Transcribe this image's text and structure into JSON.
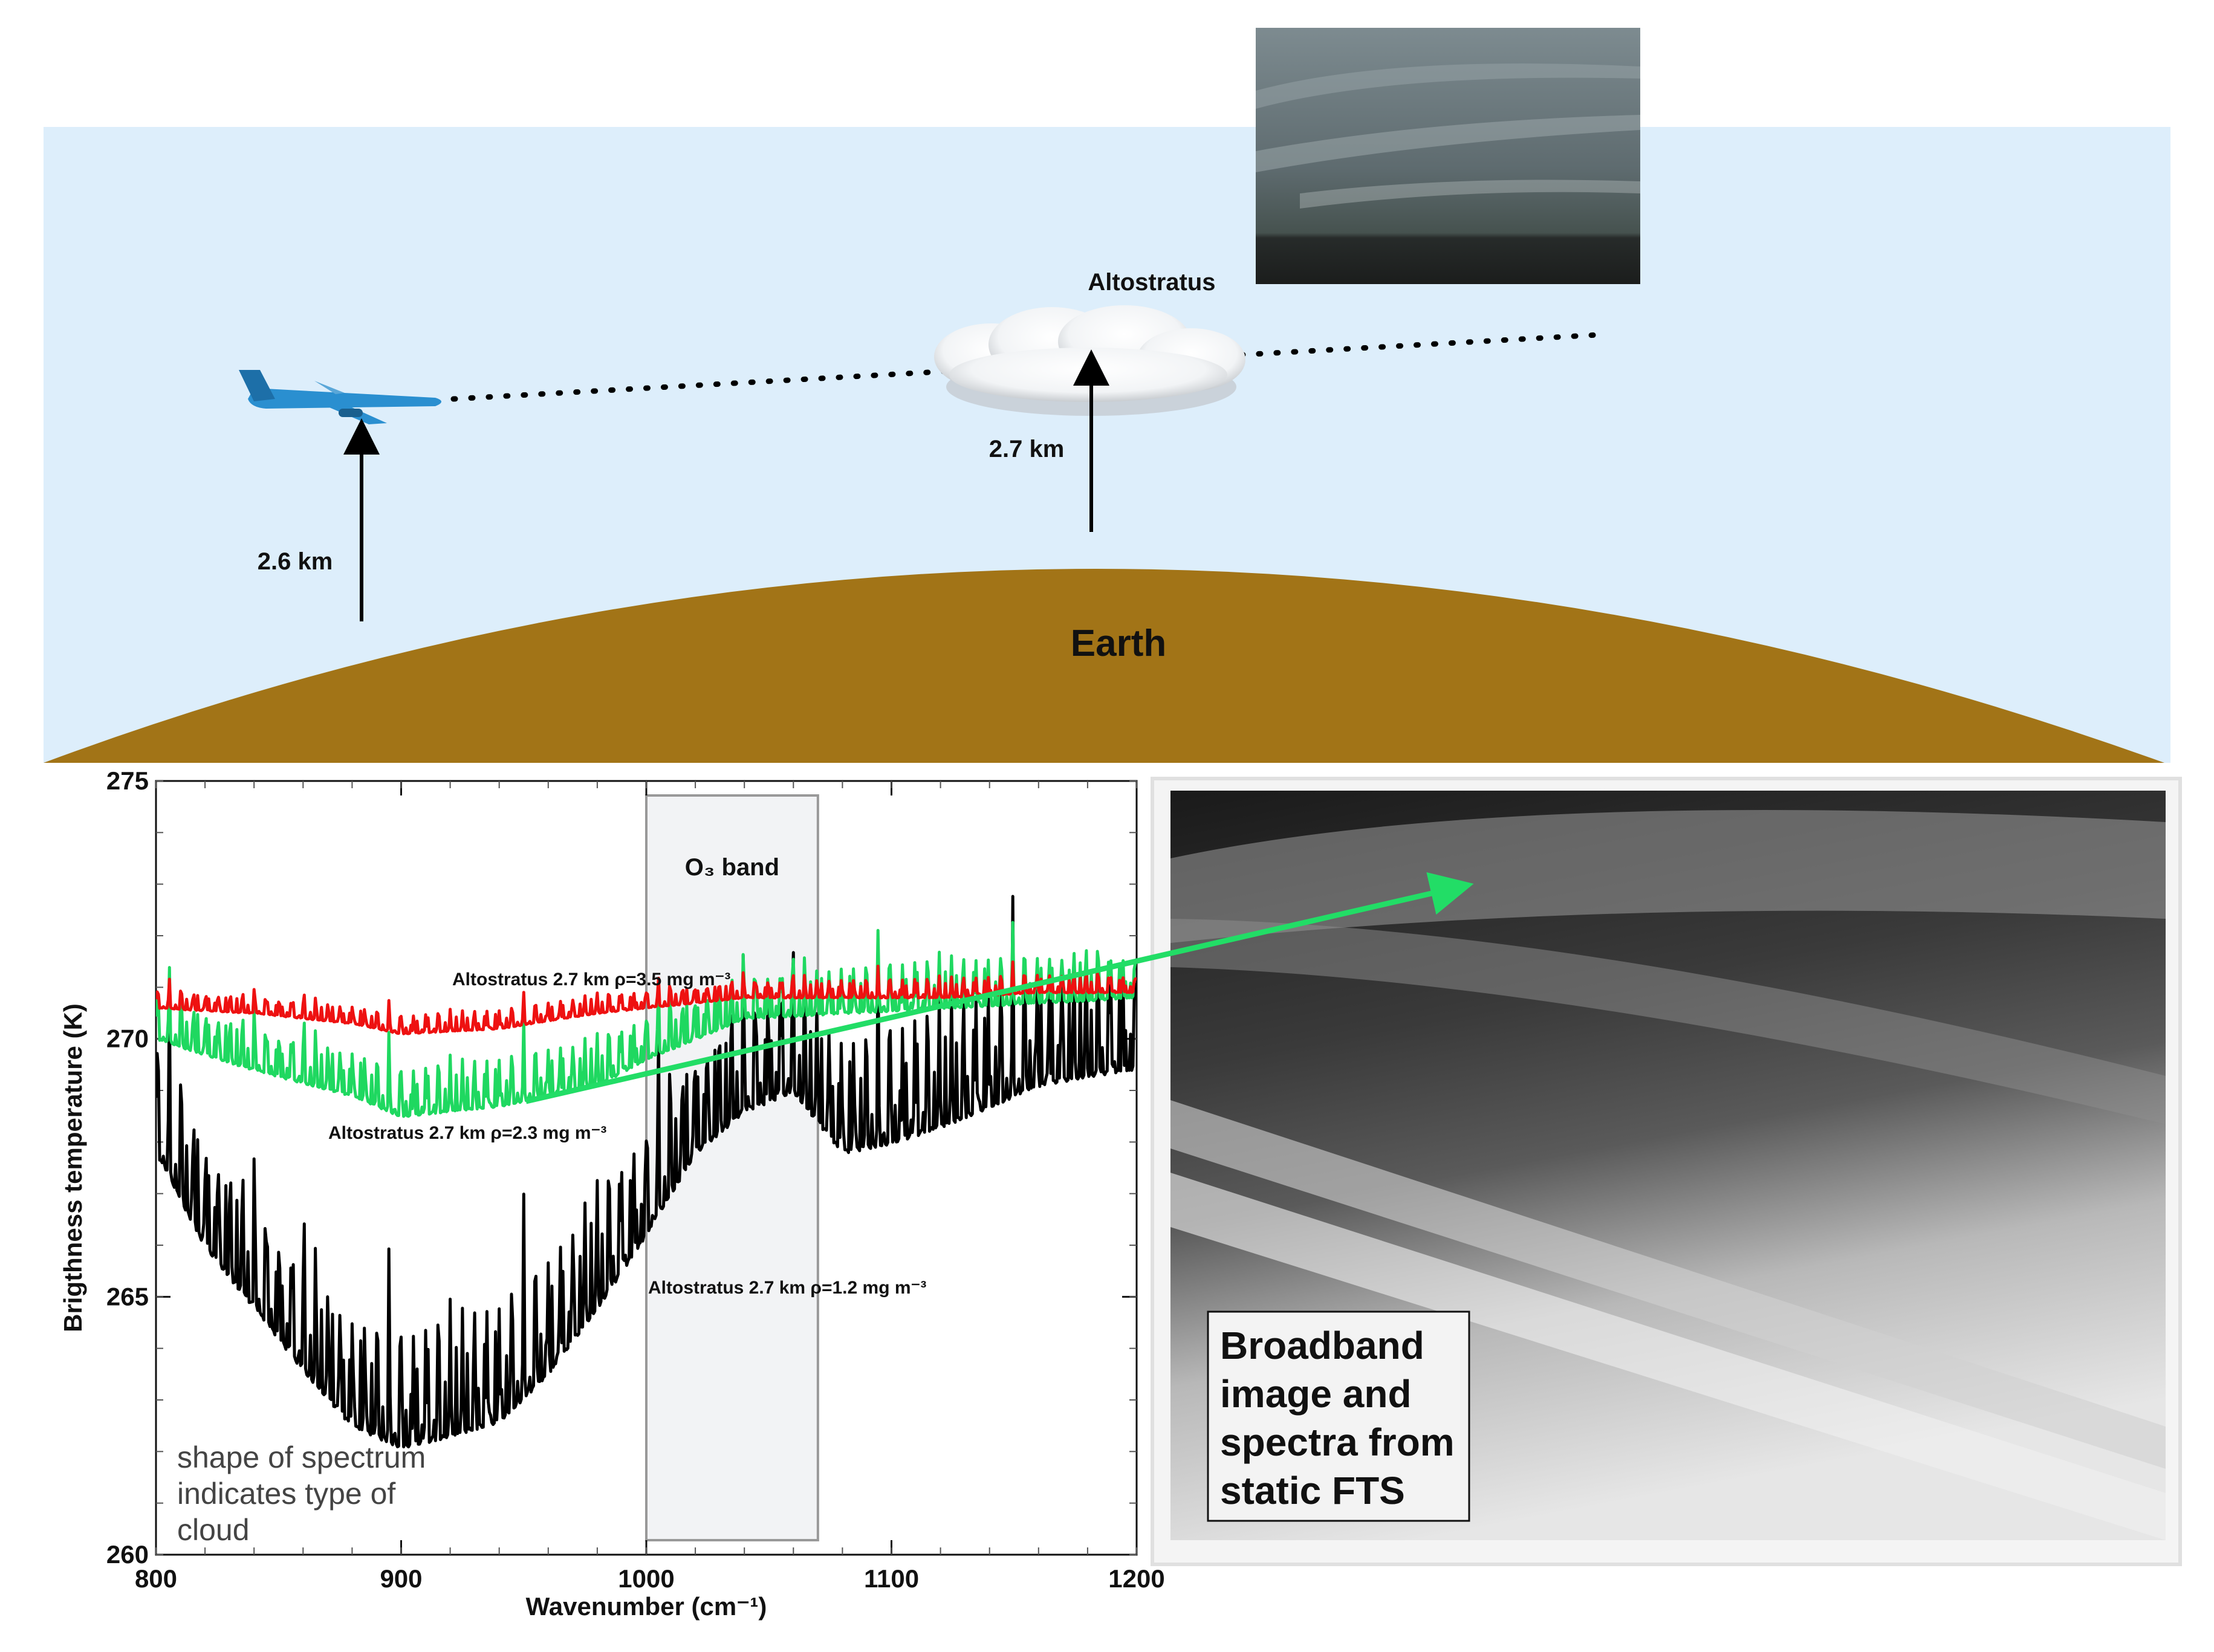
{
  "diagram": {
    "cloud_type": "Altostratus",
    "earth_label": "Earth",
    "aircraft_altitude": "2.6 km",
    "cloud_altitude": "2.7 km"
  },
  "colors": {
    "sky": "#ddeefb",
    "earth": "#a27417",
    "red_series": "#ee1111",
    "green_series": "#1fd860",
    "black_series": "#000000",
    "arrow": "#22dd66"
  },
  "chart_data": {
    "type": "line",
    "xlabel": "Wavenumber (cm⁻¹)",
    "ylabel": "Brigthness temperature (K)",
    "xlim": [
      800,
      1200
    ],
    "ylim": [
      260,
      275
    ],
    "x_ticks": [
      "800",
      "900",
      "1000",
      "1100",
      "1200"
    ],
    "y_ticks": [
      "260",
      "265",
      "270",
      "275"
    ],
    "band": {
      "label": "O₃ band",
      "x_range": [
        1000,
        1070
      ]
    },
    "series": [
      {
        "name": "Altostratus  2.7 km ρ=3.5 mg m⁻³",
        "color": "red",
        "x": [
          800,
          840,
          880,
          900,
          940,
          980,
          1000,
          1040,
          1080,
          1120,
          1160,
          1200
        ],
        "y": [
          270.6,
          270.5,
          270.3,
          270.1,
          270.2,
          270.5,
          270.6,
          270.8,
          270.8,
          270.8,
          270.9,
          270.9
        ]
      },
      {
        "name": "Altostratus  2.7 km ρ=2.3 mg m⁻³",
        "color": "green",
        "x": [
          800,
          840,
          880,
          900,
          940,
          980,
          1000,
          1040,
          1080,
          1120,
          1160,
          1200
        ],
        "y": [
          270.0,
          269.4,
          268.9,
          268.5,
          268.7,
          269.1,
          269.6,
          270.4,
          270.5,
          270.6,
          270.7,
          270.8
        ]
      },
      {
        "name": "Altostratus 2.7 km ρ=1.2 mg m⁻³",
        "color": "black",
        "x": [
          800,
          820,
          840,
          860,
          880,
          900,
          920,
          940,
          960,
          980,
          1000,
          1020,
          1040,
          1060,
          1080,
          1100,
          1120,
          1140,
          1160,
          1180,
          1200
        ],
        "y": [
          267.8,
          266.0,
          264.8,
          263.6,
          262.5,
          262.1,
          262.3,
          262.6,
          263.5,
          264.8,
          266.2,
          267.8,
          268.6,
          269.0,
          267.8,
          268.0,
          268.3,
          268.7,
          269.1,
          269.3,
          269.4
        ]
      }
    ],
    "annotations": [
      "shape of spectrum indicates type of cloud"
    ]
  },
  "note": {
    "lines": [
      "shape of spectrum",
      "indicates type of",
      "cloud"
    ]
  },
  "image_box": {
    "lines": [
      "Broadband",
      "image and",
      "spectra from",
      "static FTS"
    ]
  }
}
